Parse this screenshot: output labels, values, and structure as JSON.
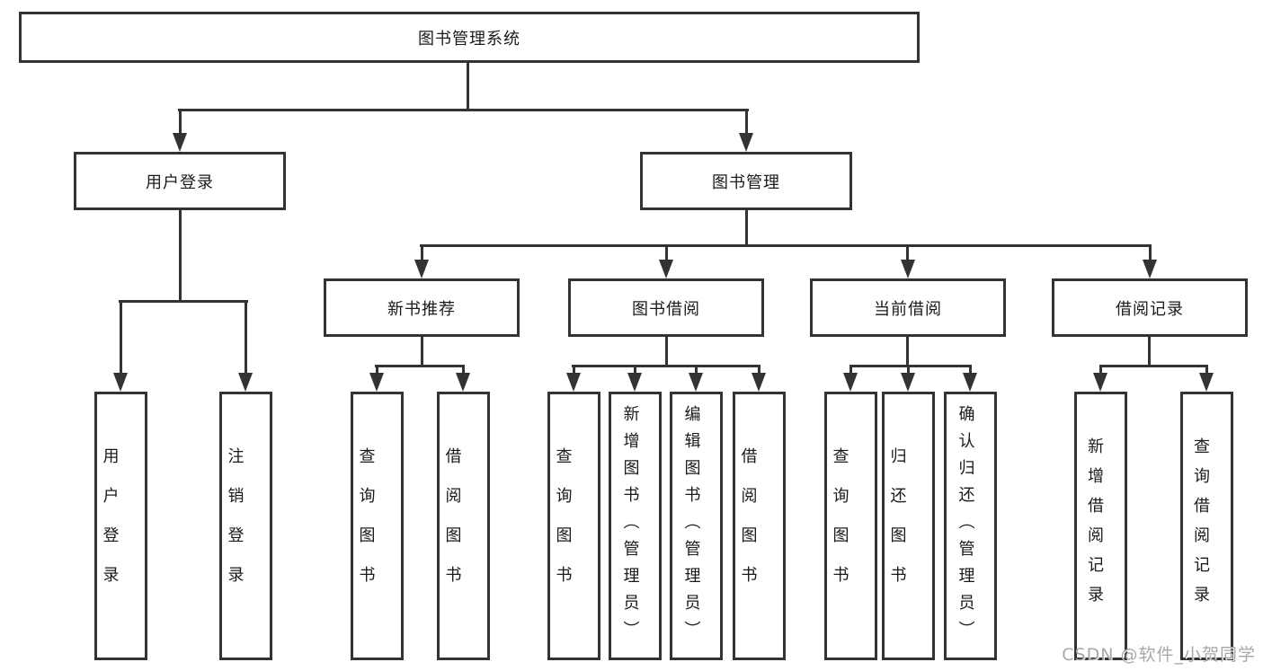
{
  "diagram": {
    "type": "hierarchy-tree",
    "root": {
      "label": "图书管理系统"
    },
    "branches": [
      {
        "label": "用户登录",
        "children": [
          {
            "label": "用户登录"
          },
          {
            "label": "注销登录"
          }
        ]
      },
      {
        "label": "图书管理",
        "children": [
          {
            "label": "新书推荐",
            "children": [
              {
                "label": "查询图书"
              },
              {
                "label": "借阅图书"
              }
            ]
          },
          {
            "label": "图书借阅",
            "children": [
              {
                "label": "查询图书"
              },
              {
                "label": "新增图书（管理员）"
              },
              {
                "label": "编辑图书（管理员）"
              },
              {
                "label": "借阅图书"
              }
            ]
          },
          {
            "label": "当前借阅",
            "children": [
              {
                "label": "查询图书"
              },
              {
                "label": "归还图书"
              },
              {
                "label": "确认归还（管理员）"
              }
            ]
          },
          {
            "label": "借阅记录",
            "children": [
              {
                "label": "新增借阅记录"
              },
              {
                "label": "查询借阅记录"
              }
            ]
          }
        ]
      }
    ]
  },
  "watermark": {
    "text": "CSDN @软件_小贺同学"
  },
  "colors": {
    "line": "#333333",
    "text": "#1a1a1a",
    "background": "#ffffff",
    "watermark": "#9e9e9e"
  }
}
